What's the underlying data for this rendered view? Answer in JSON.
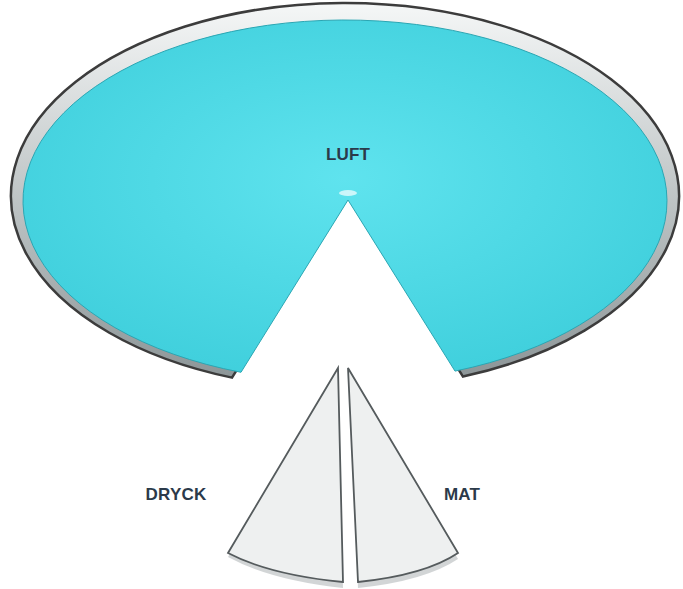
{
  "diagram": {
    "nodes": [
      {
        "text": [
          "LUFT"
        ]
      },
      {
        "text": [
          "DRYCK"
        ]
      },
      {
        "text": [
          "MAT"
        ]
      }
    ]
  }
}
